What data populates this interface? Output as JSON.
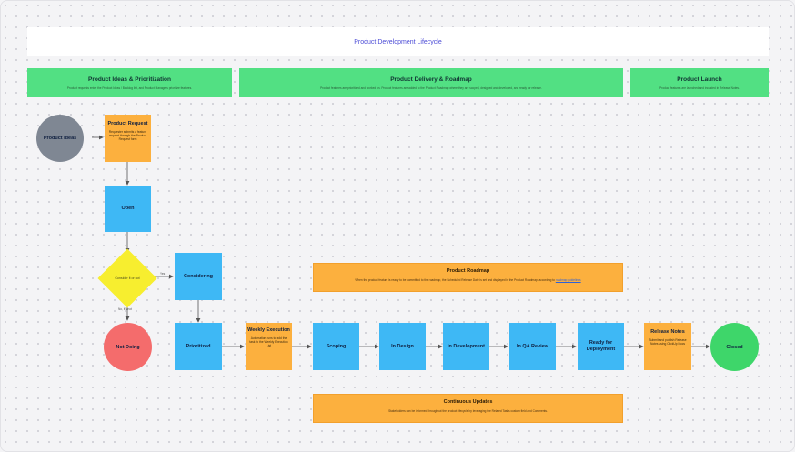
{
  "title": "Product Development Lifecycle",
  "phases": [
    {
      "title": "Product Ideas & Prioritization",
      "desc": "Product requests enter the Product Ideas / Backlog list, and Product Managers prioritize features."
    },
    {
      "title": "Product Delivery & Roadmap",
      "desc": "Product features are prioritized and worked on. Product features are added to the Product Roadmap where they are scoped, designed and developed, and ready for release."
    },
    {
      "title": "Product Launch",
      "desc": "Product features are launched and included in Release Notes."
    }
  ],
  "nodes": {
    "product_ideas": {
      "label": "Product Ideas"
    },
    "product_request": {
      "label": "Product Request",
      "desc": "Requester submits a feature request through the Product Request form"
    },
    "open": {
      "label": "Open"
    },
    "decision": {
      "label": "Consider it or not"
    },
    "considering": {
      "label": "Considering"
    },
    "not_doing": {
      "label": "Not Doing"
    },
    "prioritized": {
      "label": "Prioritized"
    },
    "weekly_execution": {
      "label": "Weekly Execution",
      "desc": "Automation runs to add the task to the Weekly Execution List"
    },
    "scoping": {
      "label": "Scoping"
    },
    "in_design": {
      "label": "In Design"
    },
    "in_development": {
      "label": "In Development"
    },
    "in_qa_review": {
      "label": "In QA Review"
    },
    "ready_for_deployment": {
      "label": "Ready for Deployment"
    },
    "release_notes": {
      "label": "Release Notes",
      "desc": "Submit and publish Release Notes using ClickUp Docs"
    },
    "closed": {
      "label": "Closed"
    }
  },
  "edge_labels": {
    "yes": "Yes",
    "no": "No, it's not"
  },
  "banners": {
    "roadmap": {
      "title": "Product Roadmap",
      "desc": "When the product feature is ready to be committed to the roadmap, the Scheduled Release Date is set and displayed in the Product Roadmap, according to",
      "link": "roadmap guidelines"
    },
    "updates": {
      "title": "Continuous Updates",
      "desc": "Stakeholders can be informed throughout the product lifecycle by leveraging the Related Tasks custom field and Comments."
    }
  },
  "colors": {
    "phase": "#52e083",
    "process": "#3eb8f5",
    "note": "#fcb03e",
    "decision": "#f7ee2f",
    "start": "#7f8793",
    "rejected": "#f46c6c",
    "end": "#3ed66a",
    "title_text": "#4b4bd6"
  }
}
